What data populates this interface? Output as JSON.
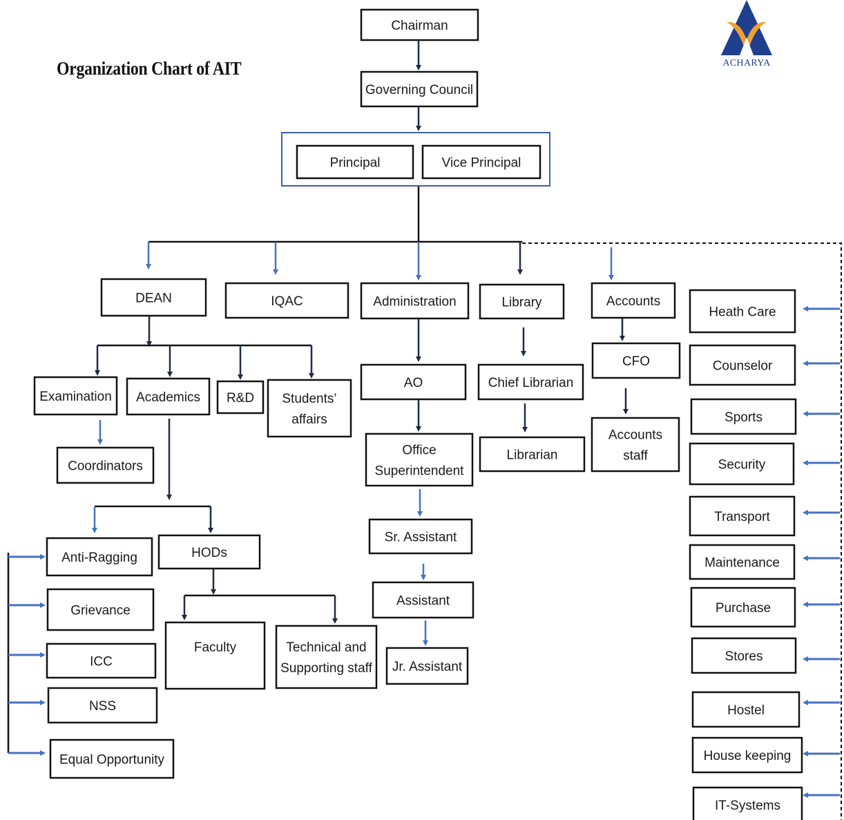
{
  "title": "Organization Chart of AIT",
  "logo": {
    "text": "ACHARYA",
    "colors": {
      "navy": "#1f3f8e",
      "orange": "#f0a030"
    }
  },
  "colors": {
    "blue_arrow": "#4472c4",
    "dark_arrow": "#1f2a44",
    "box_border": "#111111",
    "group_border": "#3a5fa8"
  },
  "nodes": {
    "chairman": "Chairman",
    "governing_council": "Governing Council",
    "principal": "Principal",
    "vice_principal": "Vice Principal",
    "dean": "DEAN",
    "iqac": "IQAC",
    "administration": "Administration",
    "library": "Library",
    "accounts": "Accounts",
    "examination": "Examination",
    "academics": "Academics",
    "rnd": "R&D",
    "students_affairs": "Students’ affairs",
    "coordinators": "Coordinators",
    "anti_ragging": "Anti-Ragging",
    "grievance": "Grievance",
    "icc": "ICC",
    "nss": "NSS",
    "equal_opportunity": "Equal Opportunity",
    "hods": "HODs",
    "faculty": "Faculty",
    "technical_staff": "Technical and Supporting staff",
    "ao": "AO",
    "office_superintendent": "Office Superintendent",
    "sr_assistant": "Sr. Assistant",
    "assistant": "Assistant",
    "jr_assistant": "Jr. Assistant",
    "chief_librarian": "Chief Librarian",
    "librarian": "Librarian",
    "cfo": "CFO",
    "accounts_staff": "Accounts staff",
    "heath_care": "Heath Care",
    "counselor": "Counselor",
    "sports": "Sports",
    "security": "Security",
    "transport": "Transport",
    "maintenance": "Maintenance",
    "purchase": "Purchase",
    "stores": "Stores",
    "hostel": "Hostel",
    "house_keeping": "House keeping",
    "it_systems": "IT-Systems"
  }
}
